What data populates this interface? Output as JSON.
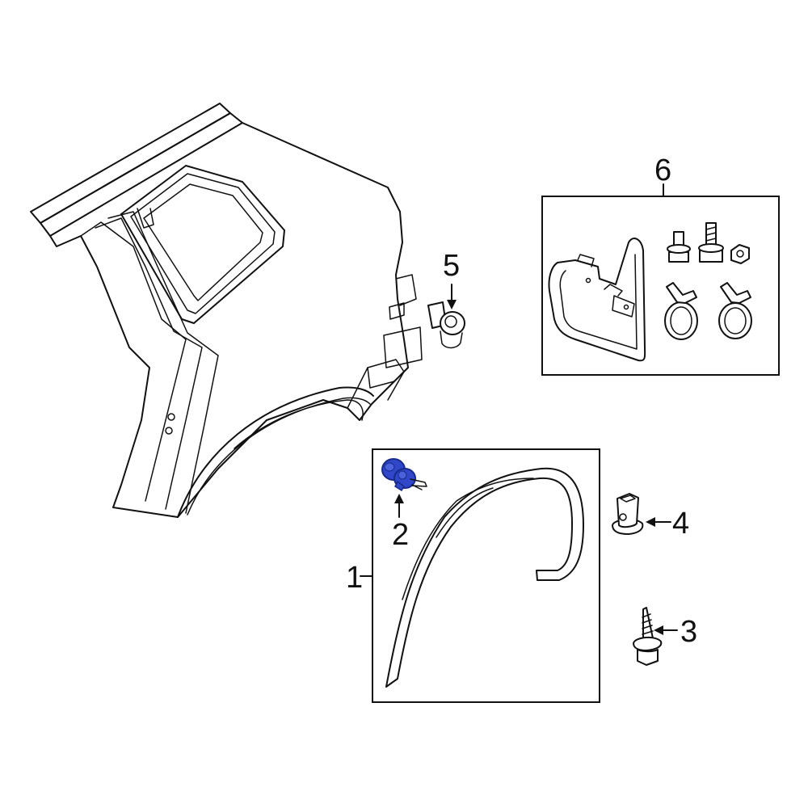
{
  "callouts": {
    "c1": "1",
    "c2": "2",
    "c3": "3",
    "c4": "4",
    "c5": "5",
    "c6": "6"
  },
  "colors": {
    "highlight": "#2f47c8",
    "highlight_dark": "#182a8a",
    "line": "#111111"
  },
  "icons": {
    "quarter_panel": "rear-quarter-panel-icon",
    "flare": "wheel-opening-molding-icon",
    "retainer": "push-retainer-icon",
    "screw": "tapping-screw-icon",
    "nut": "u-nut-icon",
    "clip5": "clip-icon",
    "mudflap_kit": "splash-guard-kit-icon"
  }
}
